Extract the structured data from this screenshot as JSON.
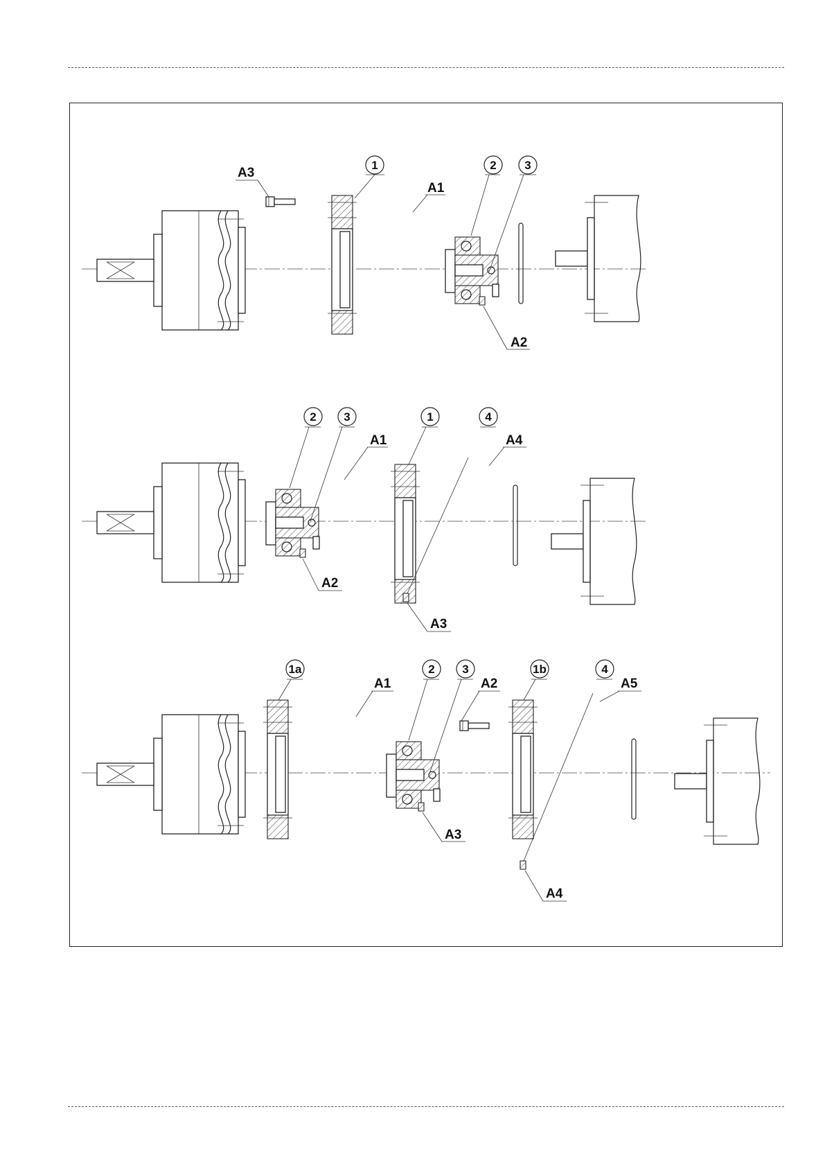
{
  "top_rule": "dashed",
  "bottom_rule": "dashed",
  "assemblies": [
    {
      "balloons": [
        "1",
        "2",
        "3"
      ],
      "labels": [
        "A3",
        "A1",
        "A2"
      ]
    },
    {
      "balloons": [
        "2",
        "3",
        "1",
        "4"
      ],
      "labels": [
        "A1",
        "A4",
        "A2",
        "A3"
      ]
    },
    {
      "balloons": [
        "1a",
        "2",
        "3",
        "1b",
        "4"
      ],
      "labels": [
        "A1",
        "A2",
        "A5",
        "A3",
        "A4"
      ]
    }
  ]
}
